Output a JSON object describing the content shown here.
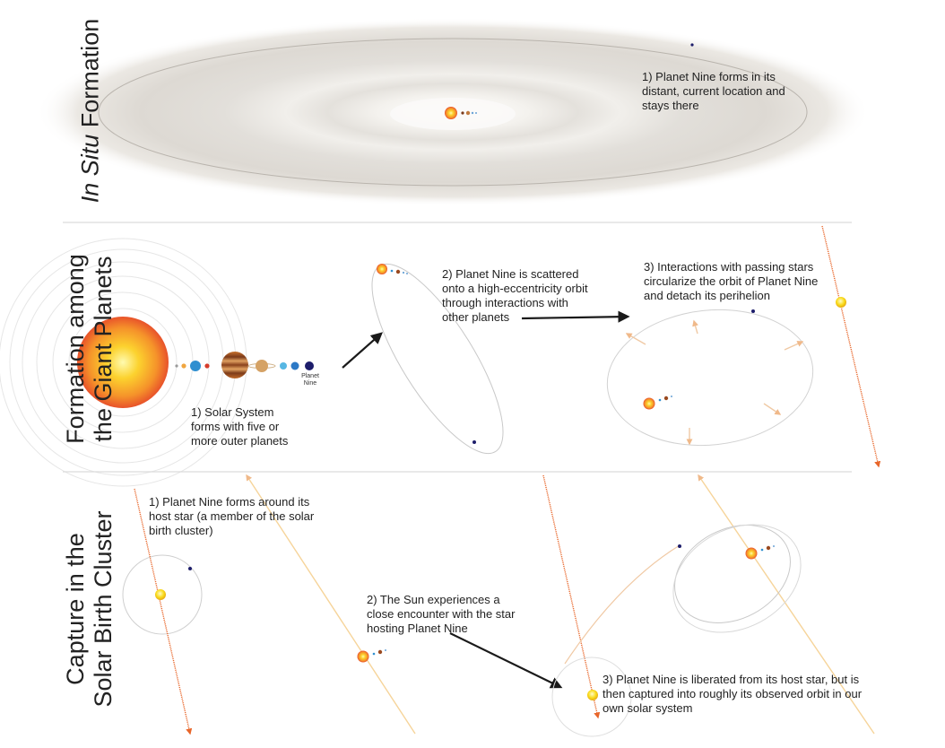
{
  "sections": [
    {
      "title_italic": "In Situ",
      "title_rest": " Formation",
      "captions": [
        "1) Planet Nine forms in its distant, current location and stays there"
      ]
    },
    {
      "title_line1": "Formation among",
      "title_line2": "the Giant Planets",
      "planet_label": "Planet Nine",
      "captions": [
        "1) Solar System forms with five or more outer planets",
        "2) Planet Nine is scattered onto a high-eccentricity orbit through interactions with other planets",
        "3) Interactions with passing stars circularize the orbit of Planet Nine and detach its perihelion"
      ]
    },
    {
      "title_line1": "Capture in the",
      "title_line2": "Solar Birth Cluster",
      "captions": [
        "1) Planet Nine forms around its host star (a member of the solar birth cluster)",
        "2) The Sun experiences a close encounter with the star hosting Planet Nine",
        "3) Planet Nine is liberated from its host star, but is then captured into roughly its observed orbit in our own solar system"
      ]
    }
  ],
  "colors": {
    "sun_core": "#fff48a",
    "sun_edge": "#e8522a",
    "star_yellow": "#f7d40c",
    "planet_nine": "#1d1d6b",
    "trail_orange": "#e8662a",
    "trail_pale": "#f6d49a",
    "disk": "#e6e3dd",
    "divider": "#d9d9d9",
    "arrow": "#1a1a1a"
  },
  "icons": [
    "sun-icon",
    "jupiter-icon",
    "saturn-icon",
    "planet-nine-icon",
    "host-star-icon",
    "arrow-icon"
  ]
}
